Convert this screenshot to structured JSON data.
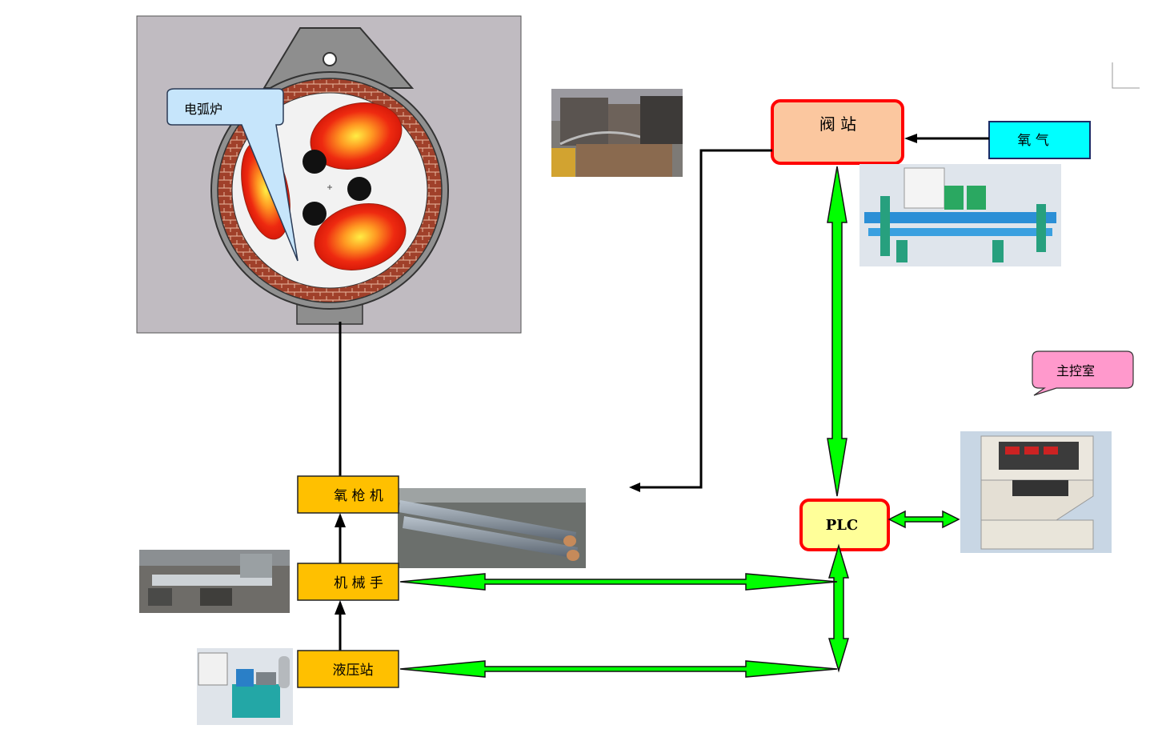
{
  "labels": {
    "furnace_callout": "电弧炉",
    "valve_station": "阀    站",
    "oxygen": "氧  气",
    "control_room": "主控室",
    "plc": "PLC",
    "lance_machine": "氧 枪 机",
    "manipulator": "机 械 手",
    "hydraulic_station": "液压站"
  },
  "colors": {
    "box_yellow": "#ffc000",
    "plc_fill": "#ffff99",
    "valve_fill": "#fbc79f",
    "red_border": "#ff0000",
    "oxygen_fill": "#00ffff",
    "callout_blue": "#c6e5fb",
    "callout_pink": "#ff99cc",
    "arrow_green": "#00ff00",
    "panel_gray": "#c0bbc1"
  }
}
